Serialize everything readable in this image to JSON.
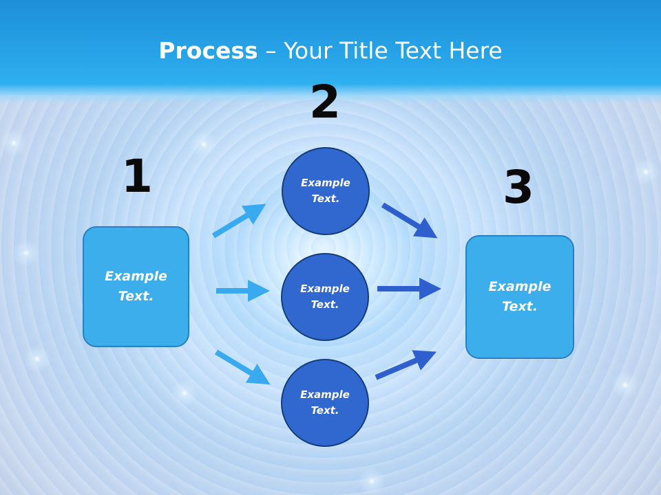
{
  "slide": {
    "title_bold": "Process",
    "title_rest": " – Your Title Text Here"
  },
  "steps": {
    "one": {
      "number": "1",
      "box_text": "Example\nText."
    },
    "two": {
      "number": "2",
      "circles": [
        {
          "text": "Example\nText."
        },
        {
          "text": "Example\nText."
        },
        {
          "text": "Example\nText."
        }
      ]
    },
    "three": {
      "number": "3",
      "box_text": "Example\nText."
    }
  },
  "colors": {
    "header_blue": "#27a3e8",
    "box_fill": "#3caeec",
    "circle_fill": "#3168cf",
    "arrow_light": "#3aaaf0",
    "arrow_dark": "#2f5fcf"
  }
}
